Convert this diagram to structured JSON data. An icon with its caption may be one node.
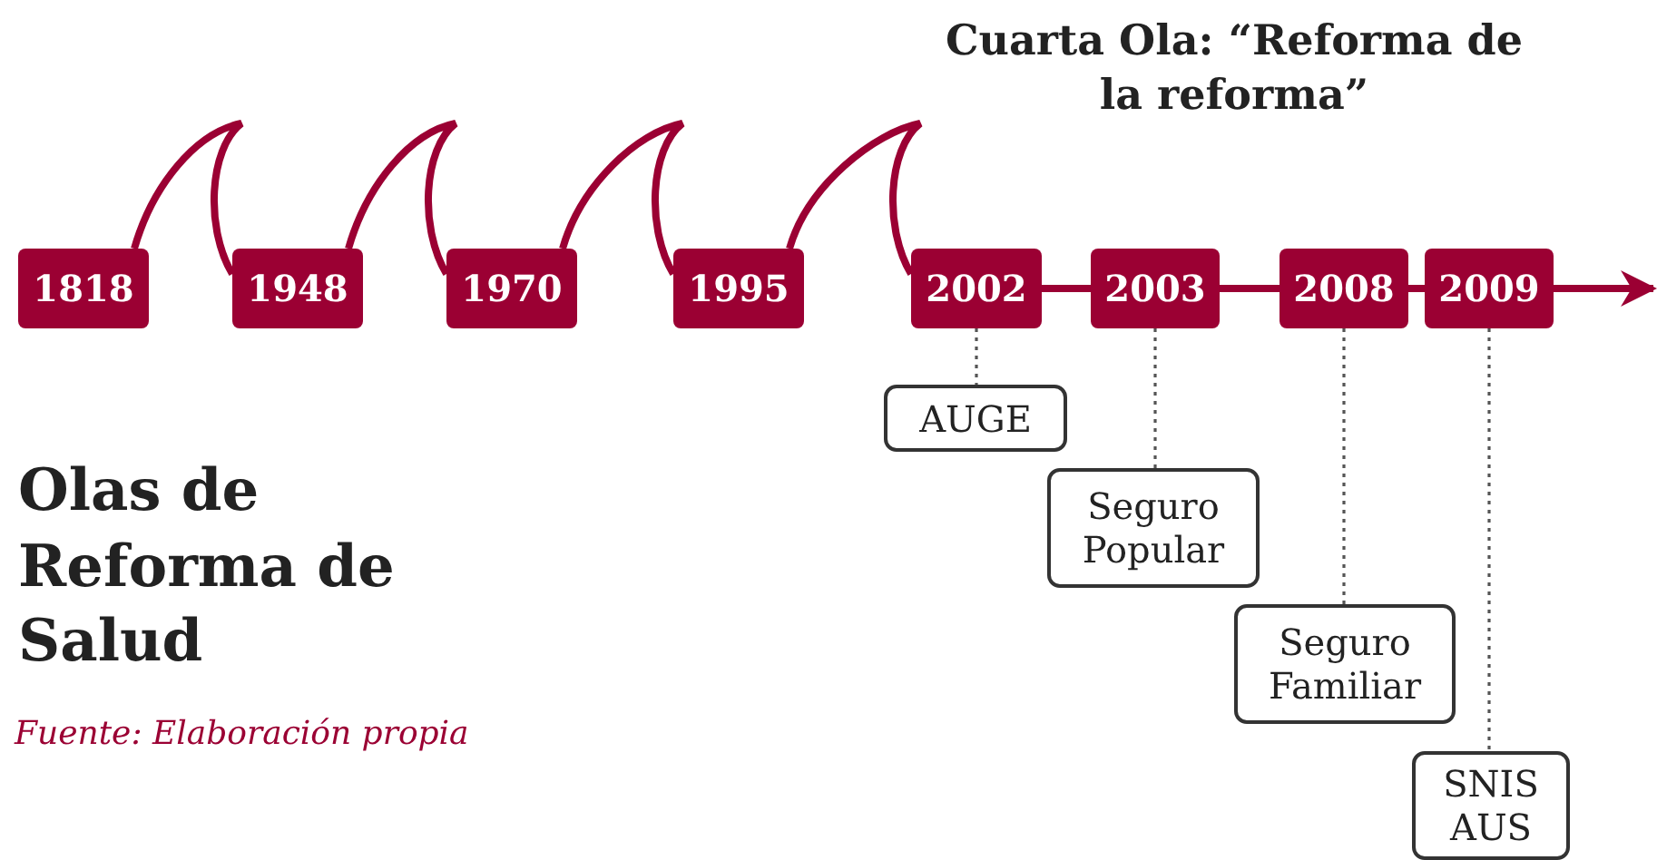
{
  "diagram": {
    "title": "Olas de Reforma de Salud",
    "caption": "Fuente: Elaboración propia",
    "nodes": [
      {
        "text": [
          "1818"
        ]
      },
      {
        "text": [
          "1948"
        ]
      },
      {
        "text": [
          "1970"
        ]
      },
      {
        "text": [
          "1995"
        ]
      },
      {
        "text": [
          "2002"
        ]
      },
      {
        "text": [
          "2003"
        ]
      },
      {
        "text": [
          "2008"
        ]
      },
      {
        "text": [
          "2009"
        ]
      },
      {
        "text": [
          "AUGE"
        ]
      },
      {
        "text": [
          "Seguro Popular"
        ]
      },
      {
        "text": [
          "Seguro Familiar"
        ]
      },
      {
        "text": [
          "SNIS AUS"
        ]
      }
    ],
    "edges": [
      {
        "from": 0,
        "to": 1,
        "arrow": "none"
      },
      {
        "from": 1,
        "to": 2,
        "arrow": "none"
      },
      {
        "from": 2,
        "to": 3,
        "arrow": "none"
      },
      {
        "from": 3,
        "to": 4,
        "arrow": "none"
      },
      {
        "from": 4,
        "to": 5,
        "arrow": "none"
      },
      {
        "from": 5,
        "to": 6,
        "arrow": "none"
      },
      {
        "from": 6,
        "to": 7,
        "arrow": "none"
      },
      {
        "from": 7,
        "to": null,
        "arrow": "to"
      },
      {
        "from": 4,
        "to": 8,
        "arrow": "none",
        "style": "dashed",
        "color": "#555555"
      },
      {
        "from": 5,
        "to": 9,
        "arrow": "none",
        "style": "dashed",
        "color": "#555555"
      },
      {
        "from": 6,
        "to": 10,
        "arrow": "none",
        "style": "dashed",
        "color": "#555555"
      },
      {
        "from": 7,
        "to": 11,
        "arrow": "none",
        "style": "dashed",
        "color": "#555555"
      }
    ],
    "labels": [
      "Cuarta Ola: “Reforma de la reforma”"
    ]
  }
}
